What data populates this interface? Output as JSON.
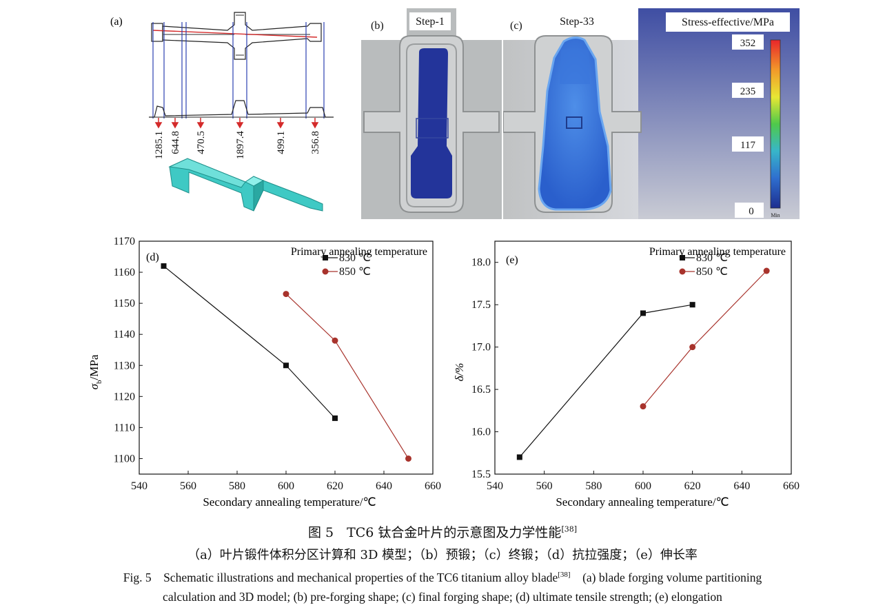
{
  "panel_a": {
    "label": "(a)",
    "partitions": [
      "1285.1",
      "644.8",
      "470.5",
      "1897.4",
      "499.1",
      "356.8"
    ]
  },
  "panel_b": {
    "label": "(b)",
    "step": "Step-1"
  },
  "panel_c": {
    "label": "(c)",
    "step": "Step-33",
    "legend_title": "Stress-effective/MPa",
    "scale_values": [
      "352",
      "235",
      "117",
      "0"
    ],
    "scale_min": "Min",
    "colorbar": [
      "#e8262a",
      "#f29a2a",
      "#e7e734",
      "#4fc94a",
      "#38b6c9",
      "#2f6fcf",
      "#1d2e8f"
    ]
  },
  "chart_d": {
    "panel_label": "(d)",
    "ylabel_main": "σ",
    "ylabel_sub": "b",
    "ylabel_unit": "/MPa",
    "xlabel": "Secondary annealing temperature/℃",
    "legend_title": "Primary annealing temperature"
  },
  "chart_e": {
    "panel_label": "(e)",
    "ylabel": "δ/%",
    "xlabel": "Secondary annealing temperature/℃",
    "legend_title": "Primary annealing temperature"
  },
  "chart_data": [
    {
      "type": "line",
      "title": "",
      "xlabel": "Secondary annealing temperature/℃",
      "ylabel": "σb/MPa",
      "xlim": [
        540,
        660
      ],
      "ylim": [
        1095,
        1170
      ],
      "xticks": [
        540,
        560,
        580,
        600,
        620,
        640,
        660
      ],
      "yticks": [
        1100,
        1110,
        1120,
        1130,
        1140,
        1150,
        1160,
        1170
      ],
      "legend_position": "top-right",
      "series": [
        {
          "name": "830 ℃",
          "color": "#111111",
          "marker": "square",
          "x": [
            550,
            600,
            620
          ],
          "y": [
            1162,
            1130,
            1113
          ]
        },
        {
          "name": "850 ℃",
          "color": "#a8332c",
          "marker": "circle",
          "x": [
            600,
            620,
            650
          ],
          "y": [
            1153,
            1138,
            1100
          ]
        }
      ]
    },
    {
      "type": "line",
      "title": "",
      "xlabel": "Secondary annealing temperature/℃",
      "ylabel": "δ/%",
      "xlim": [
        540,
        660
      ],
      "ylim": [
        15.5,
        18.25
      ],
      "xticks": [
        540,
        560,
        580,
        600,
        620,
        640,
        660
      ],
      "yticks": [
        15.5,
        16.0,
        16.5,
        17.0,
        17.5,
        18.0
      ],
      "legend_position": "top-right",
      "series": [
        {
          "name": "830 ℃",
          "color": "#111111",
          "marker": "square",
          "x": [
            550,
            600,
            620
          ],
          "y": [
            15.7,
            17.4,
            17.5
          ]
        },
        {
          "name": "850 ℃",
          "color": "#a8332c",
          "marker": "circle",
          "x": [
            600,
            620,
            650
          ],
          "y": [
            16.3,
            17.0,
            17.9
          ]
        }
      ]
    }
  ],
  "caption": {
    "cn_title": "图 5　TC6 钛合金叶片的示意图及力学性能",
    "cn_title_ref": "[38]",
    "cn_sub": "（a）叶片锻件体积分区计算和 3D 模型；（b）预锻；（c）终锻；（d）抗拉强度；（e）伸长率",
    "en_line1": "Fig. 5　Schematic illustrations and mechanical properties of the TC6 titanium alloy blade",
    "en_ref": "[38]",
    "en_line1_tail": "　(a) blade forging volume partitioning",
    "en_line2": "calculation and 3D model; (b) pre-forging shape; (c) final forging shape; (d) ultimate tensile strength; (e) elongation"
  }
}
